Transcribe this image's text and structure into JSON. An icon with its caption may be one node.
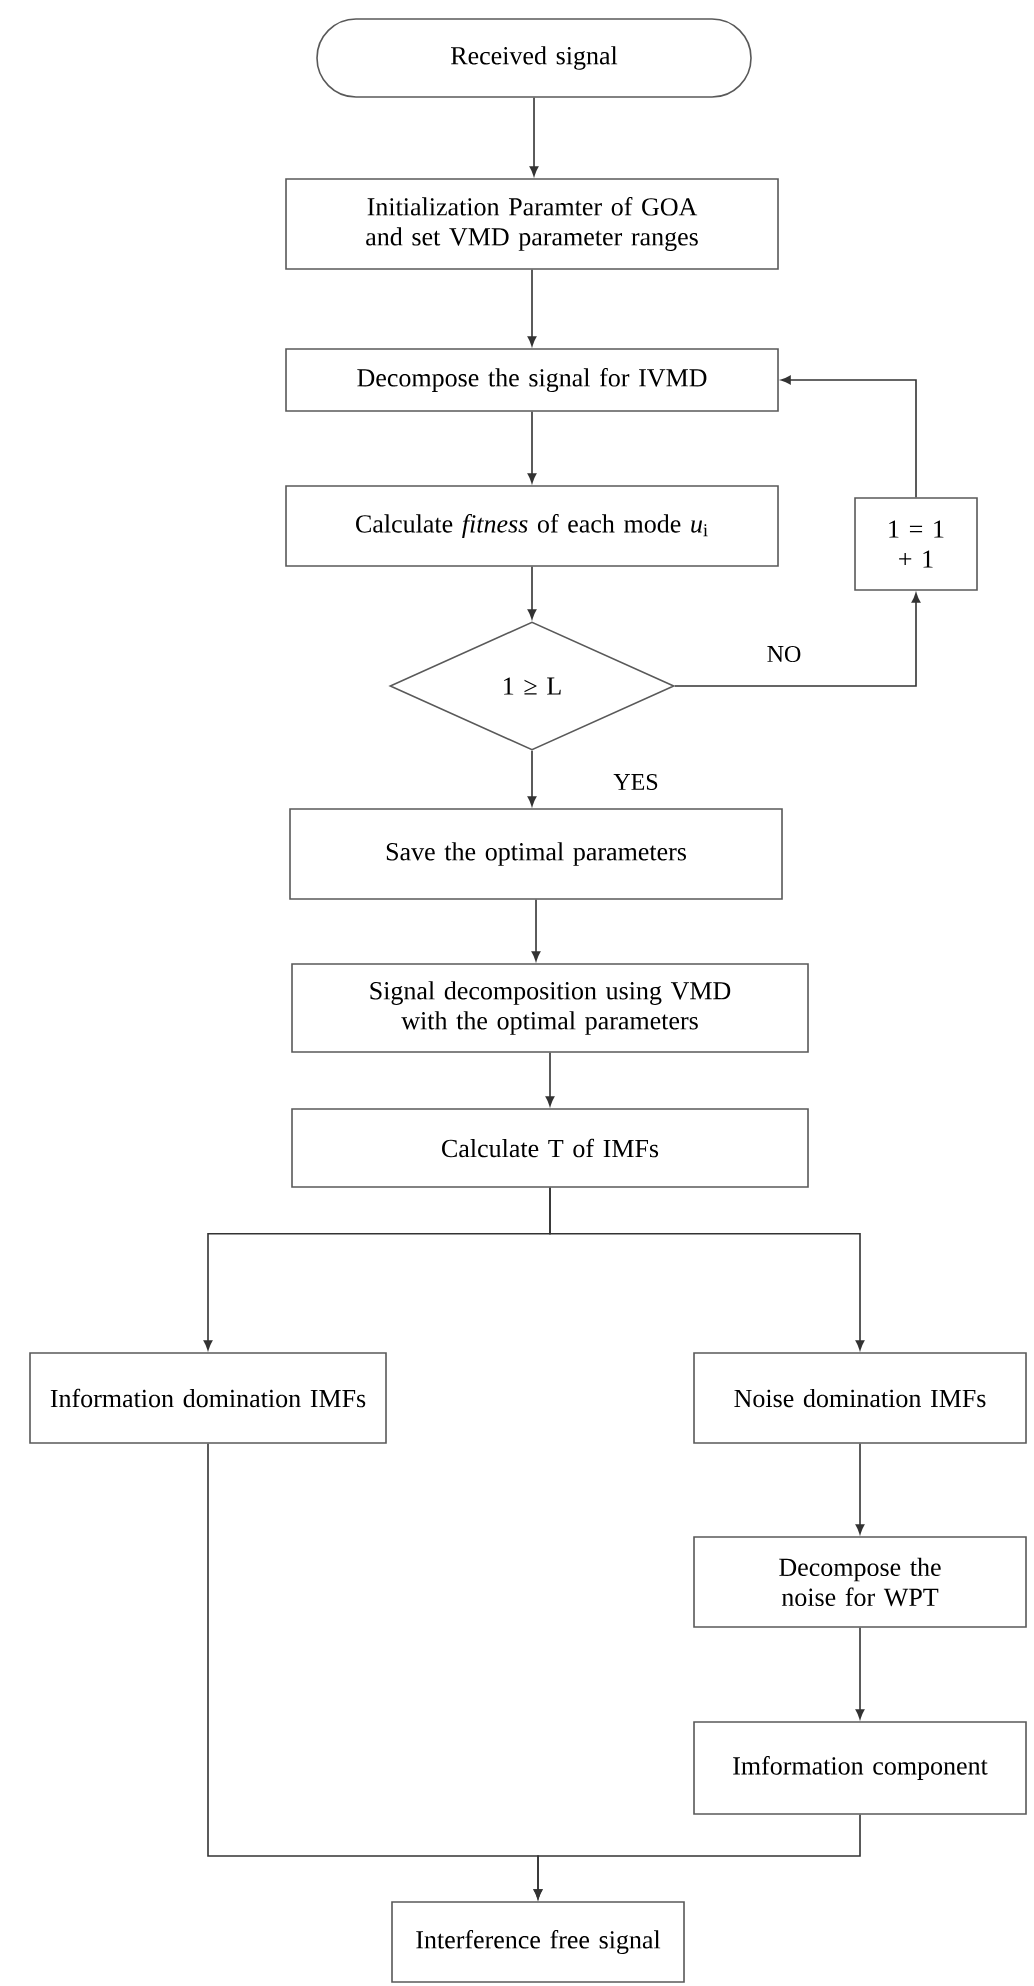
{
  "diagram": {
    "nodes": [
      {
        "text": [
          "Received signal"
        ]
      },
      {
        "text": [
          "Initialization Paramter of GOA and set VMD parameter ranges"
        ]
      },
      {
        "text": [
          "Decompose the signal for IVMD"
        ]
      },
      {
        "text": [
          "Calculate *fitness* of each mode *u*$_{i}$"
        ]
      },
      {
        "text": [
          "1 ≥ L"
        ]
      },
      {
        "text": [
          "1 = 1 + 1"
        ]
      },
      {
        "text": [
          "Save the optimal parameters"
        ]
      },
      {
        "text": [
          "Signal decomposition using VMD with the optimal parameters"
        ]
      },
      {
        "text": [
          "Calculate T of IMFs"
        ]
      },
      {
        "text": [
          "Information domination IMFs"
        ]
      },
      {
        "text": [
          "Noise domination IMFs"
        ]
      },
      {
        "text": [
          "Decompose the noise for WPT"
        ]
      },
      {
        "text": [
          "Imformation component"
        ]
      },
      {
        "text": [
          "Interference free signal"
        ]
      }
    ],
    "edges": [
      {
        "from": 0,
        "to": 1,
        "arrow": "to"
      },
      {
        "from": 1,
        "to": 2,
        "arrow": "to"
      },
      {
        "from": 2,
        "to": 3,
        "arrow": "to"
      },
      {
        "from": 3,
        "to": 4,
        "arrow": "to"
      },
      {
        "from": 4,
        "to": 5,
        "arrow": "to",
        "label": "NO"
      },
      {
        "from": 5,
        "to": 2,
        "arrow": "to"
      },
      {
        "from": 4,
        "to": 6,
        "arrow": "to",
        "label": "YES"
      },
      {
        "from": 6,
        "to": 7,
        "arrow": "to"
      },
      {
        "from": 7,
        "to": 8,
        "arrow": "to"
      },
      {
        "from": 8,
        "to": 9,
        "arrow": "to"
      },
      {
        "from": 8,
        "to": 10,
        "arrow": "to"
      },
      {
        "from": 10,
        "to": 11,
        "arrow": "to"
      },
      {
        "from": 11,
        "to": 12,
        "arrow": "to"
      },
      {
        "from": 9,
        "to": 13,
        "arrow": "to"
      },
      {
        "from": 12,
        "to": 13,
        "arrow": "to"
      }
    ]
  }
}
